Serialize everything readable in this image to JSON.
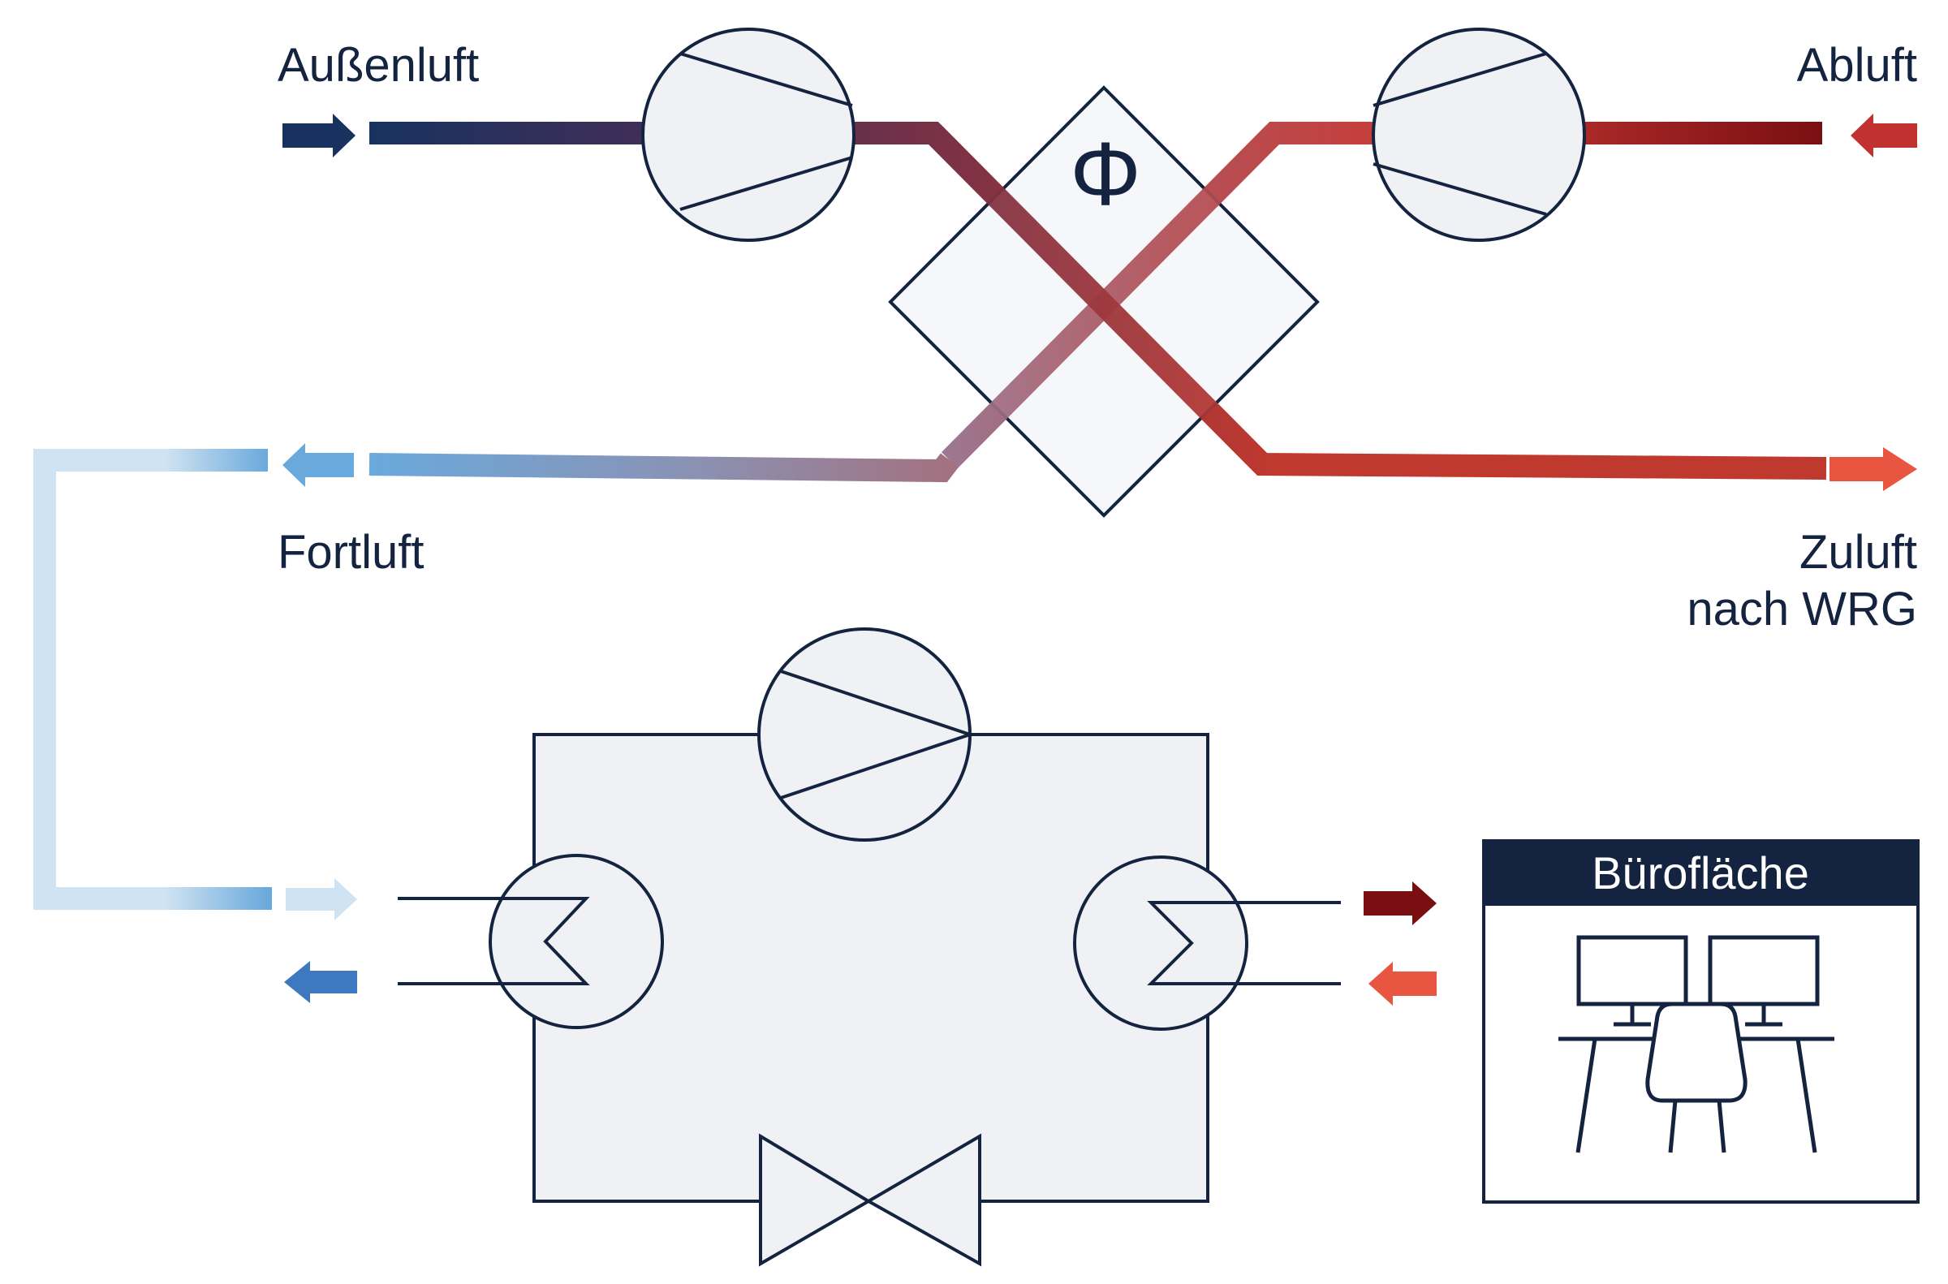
{
  "labels": {
    "outside_air": "Außenluft",
    "exhaust_air": "Abluft",
    "exhaust_out": "Fortluft",
    "supply_line1": "Zuluft",
    "supply_line2": "nach WRG",
    "heat_exchanger_symbol": "Φ",
    "office": "Bürofläche"
  },
  "colors": {
    "outline": "#14233f",
    "component_fill": "#eff1f5",
    "header_fill": "#14233f",
    "outside_air": "#18325f",
    "exhaust_air": "#c0312f",
    "exhaust_air_dark": "#7a0f12",
    "supply_air": "#e85540",
    "fortluft": "#6aa9dc",
    "fortluft_light": "#cfe3f2",
    "return_blue": "#3e79c0",
    "hot_out": "#7a0f12",
    "warm_return": "#e85540"
  },
  "icons": {
    "fans": [
      "fan-icon"
    ],
    "heat_exchanger": "cross-flow-heat-exchanger-icon",
    "compressor": "compressor-icon",
    "expansion_valve": "expansion-valve-icon",
    "evaporator": "evaporator-icon",
    "condenser": "condenser-icon",
    "office": "office-desk-icon"
  }
}
